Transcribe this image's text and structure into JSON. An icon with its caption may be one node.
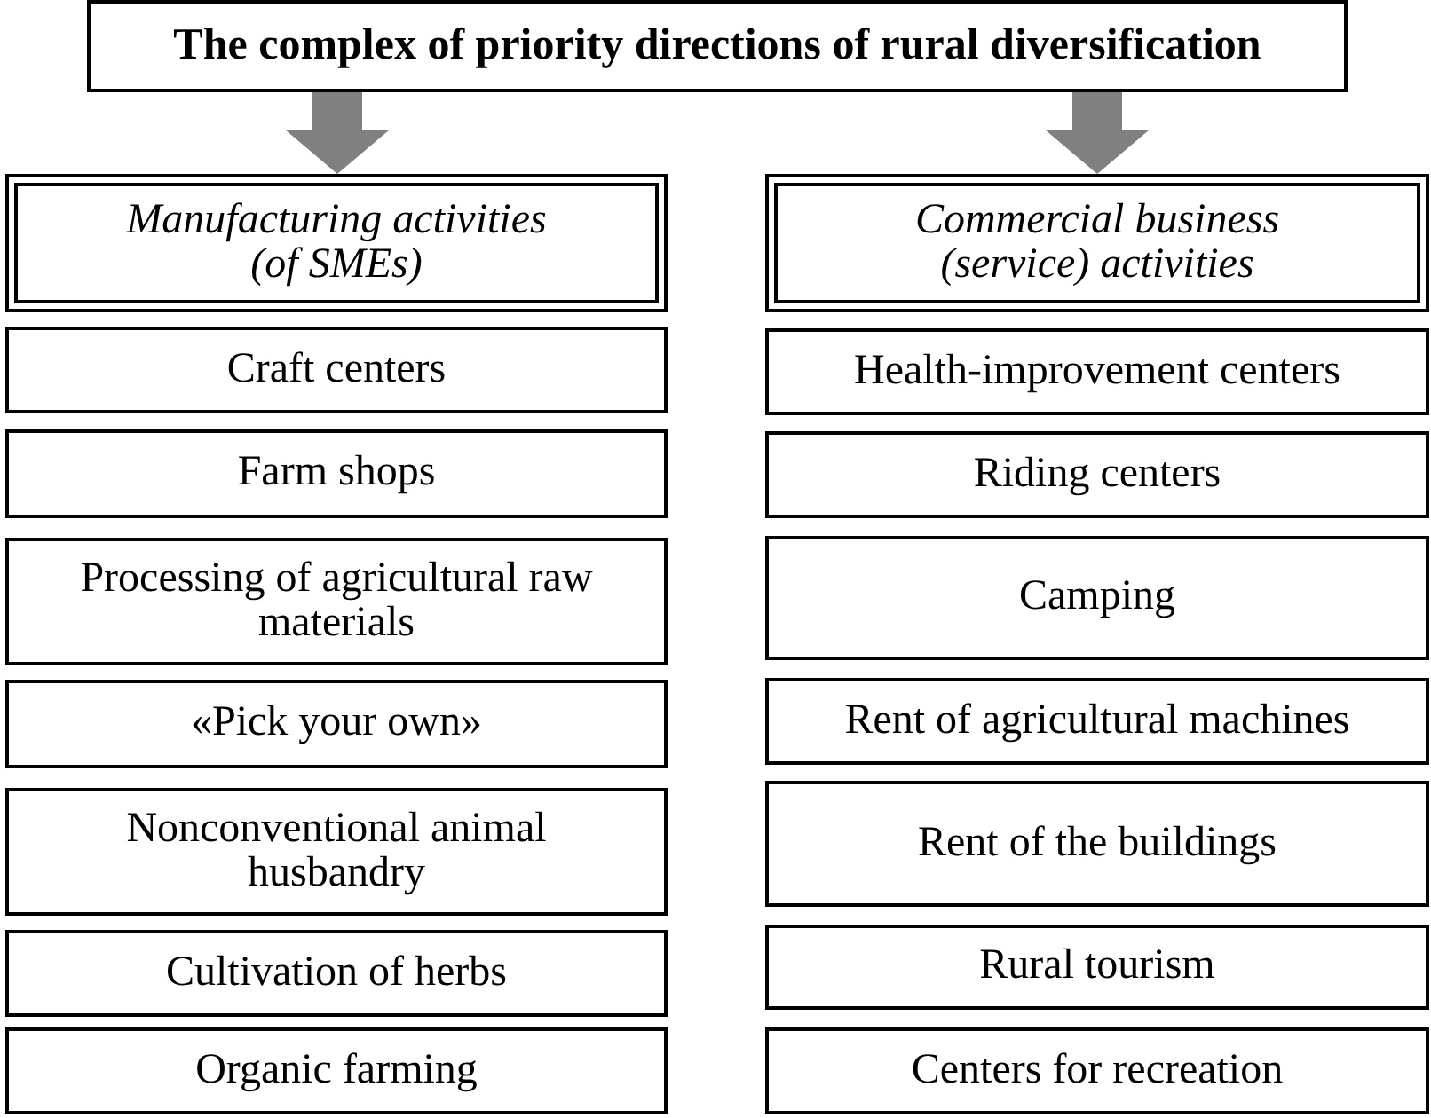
{
  "diagram": {
    "nodes": [
      {
        "text": [
          "The complex of priority directions of rural diversification"
        ]
      },
      {
        "text": [
          "Manufacturing activities (of SMEs)"
        ]
      },
      {
        "text": [
          "Commercial business (service) activities"
        ]
      },
      {
        "text": [
          "Craft centers"
        ]
      },
      {
        "text": [
          "Health-improvement centers"
        ]
      },
      {
        "text": [
          "Farm shops"
        ]
      },
      {
        "text": [
          "Riding centers"
        ]
      },
      {
        "text": [
          "Processing of agricultural raw materials"
        ]
      },
      {
        "text": [
          "Camping"
        ]
      },
      {
        "text": [
          "«Pick your own»"
        ]
      },
      {
        "text": [
          "Rent of agricultural machines"
        ]
      },
      {
        "text": [
          "Nonconventional animal husbandry"
        ]
      },
      {
        "text": [
          "Rent of the buildings"
        ]
      },
      {
        "text": [
          "Cultivation of herbs"
        ]
      },
      {
        "text": [
          "Rural tourism"
        ]
      },
      {
        "text": [
          "Organic farming"
        ]
      },
      {
        "text": [
          "Centers for recreation"
        ]
      }
    ],
    "edges": [
      {
        "from": 0,
        "to": 1,
        "arrow": "to"
      },
      {
        "from": 0,
        "to": 2,
        "arrow": "to"
      }
    ]
  }
}
